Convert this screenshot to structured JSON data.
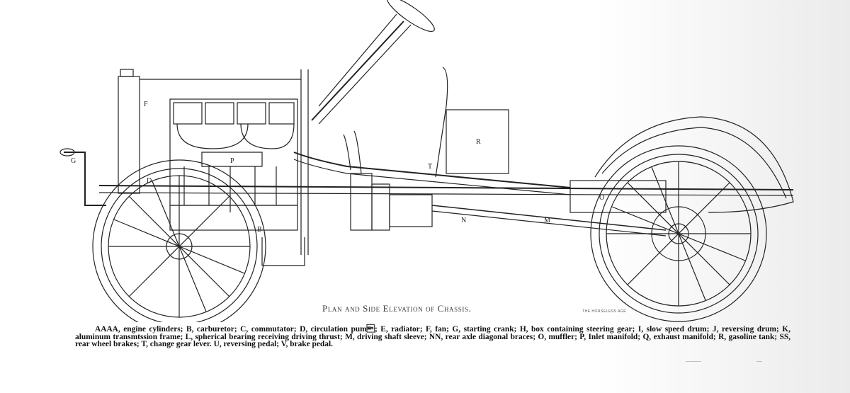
{
  "figure": {
    "labels": {
      "F": "F",
      "G": "G",
      "D": "D",
      "P": "P",
      "B": "B",
      "R": "R",
      "T": "T",
      "O": "O",
      "N": "N",
      "M": "M"
    },
    "caption": "Plan and Side Elevation of Chassis.",
    "credit": "THE HORSELESS AGE"
  },
  "legend": {
    "text": "AAAA, engine cylinders; B, carburetor; C, commutator; D, circulation pum\u0019; E, radiator; F, fan; G, starting crank; H, box containing steering gear; I, slow speed drum; J, reversing drum; K, aluminum transmtssion frame; L, spherical bearing receiving driving thrust; M, driving shaft sleeve; NN, rear axle diagonal braces; O, muffler; P, Inlet manifold; Q, exhaust manifold; R, gasoline tank; SS, rear wheel brakes; T, change gear lever.  U, reversing pedal; V, brake pedal."
  }
}
